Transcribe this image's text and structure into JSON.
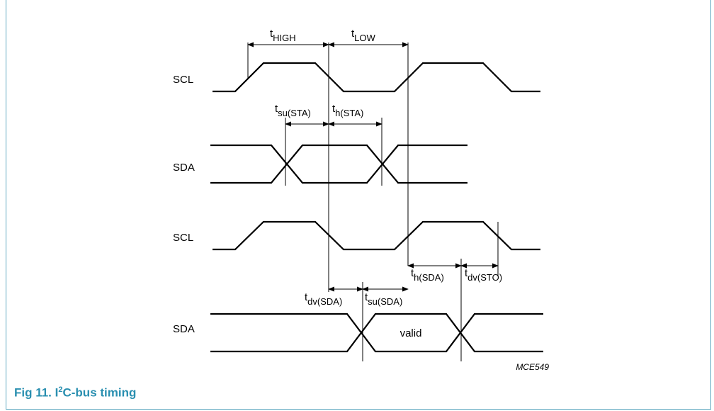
{
  "signals": {
    "scl1": "SCL",
    "sda1": "SDA",
    "scl2": "SCL",
    "sda2": "SDA"
  },
  "timings": {
    "t_high": {
      "t": "t",
      "sub": "HIGH"
    },
    "t_low": {
      "t": "t",
      "sub": "LOW"
    },
    "t_su_sta": {
      "t": "t",
      "sub": "su(STA)"
    },
    "t_h_sta": {
      "t": "t",
      "sub": "h(STA)"
    },
    "t_h_sda": {
      "t": "t",
      "sub": "h(SDA)"
    },
    "t_dv_sto": {
      "t": "t",
      "sub": "dv(STO)"
    },
    "t_dv_sda": {
      "t": "t",
      "sub": "dv(SDA)"
    },
    "t_su_sda": {
      "t": "t",
      "sub": "su(SDA)"
    }
  },
  "valid_label": "valid",
  "figure_code": "MCE549",
  "caption": {
    "prefix": "Fig 11.  I",
    "sup": "2",
    "suffix": "C-bus timing"
  },
  "colors": {
    "accent": "#2a8fb0",
    "frame": "#5fa8c0"
  }
}
